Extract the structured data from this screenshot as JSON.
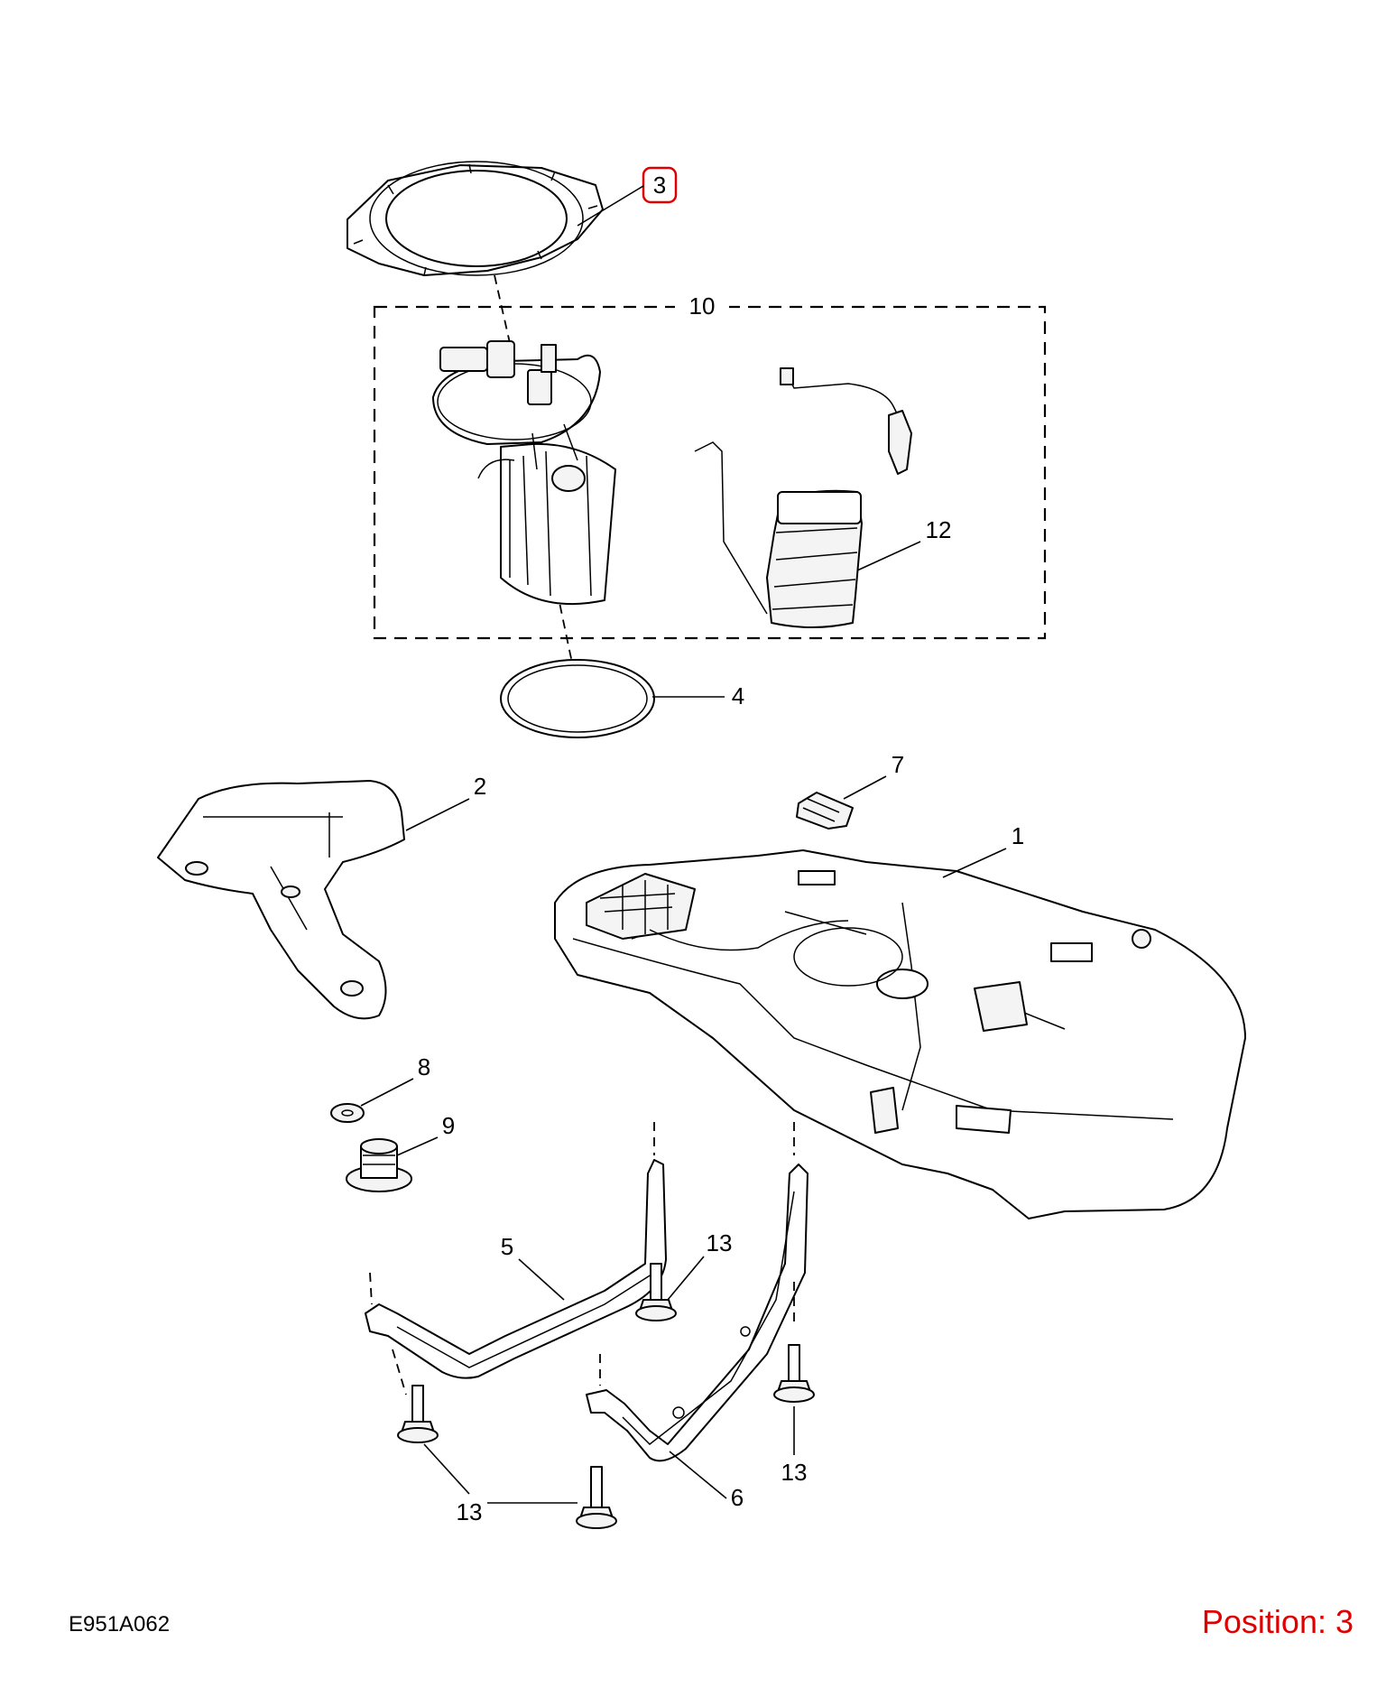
{
  "diagram_code": "E951A062",
  "position_label": "Position: 3",
  "highlight_color": "#e00000",
  "callouts": {
    "c1": "1",
    "c2": "2",
    "c3": "3",
    "c4": "4",
    "c5": "5",
    "c6": "6",
    "c7": "7",
    "c8": "8",
    "c9": "9",
    "c10": "10",
    "c12": "12",
    "c13a": "13",
    "c13b": "13",
    "c13c": "13"
  }
}
